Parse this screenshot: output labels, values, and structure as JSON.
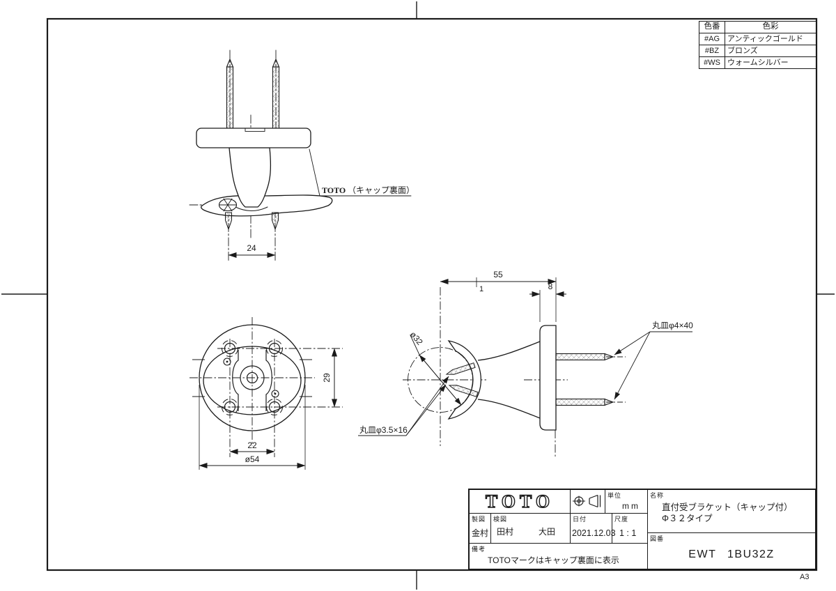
{
  "sheet": {
    "size_label": "A3"
  },
  "color_table": {
    "col_headers": [
      "色番",
      "色彩"
    ],
    "rows": [
      {
        "code": "#AG",
        "name": "アンティックゴールド"
      },
      {
        "code": "#BZ",
        "name": "ブロンズ"
      },
      {
        "code": "#WS",
        "name": "ウォームシルバー"
      }
    ]
  },
  "views": {
    "elevation": {
      "cap_note_logo": "TOTO",
      "cap_note_rest": "（キャップ裏面）",
      "dim_screw_pitch": "24"
    },
    "front": {
      "dim_hole_pitch_h": "22",
      "dim_hole_pitch_v": "29",
      "dim_outer_dia": "ø54"
    },
    "side": {
      "dim_depth": "55",
      "dim_plate_thickness": "8",
      "dim_offset": "1",
      "dim_pipe_dia": "ø32",
      "wall_screw_note": "丸皿φ4×40",
      "set_screw_note": "丸皿φ3.5×16"
    }
  },
  "title_block": {
    "logo": "TOTO",
    "unit": {
      "label": "単位",
      "value": "mm"
    },
    "scale": {
      "label": "尺度",
      "value": "1 : 1"
    },
    "date": {
      "label": "日付",
      "value": "2021.12.03"
    },
    "drafter": {
      "label": "製図",
      "value": "金村"
    },
    "checker": {
      "label": "検図",
      "value1": "田村",
      "value2": "大田"
    },
    "name": {
      "label": "名称",
      "line1": "直付受ブラケット（キャップ付）",
      "line2": "Φ３２タイプ"
    },
    "number": {
      "label": "図番",
      "value": "EWT 1BU32Z"
    },
    "remarks": {
      "label": "備考",
      "value": "TOTOマークはキャップ裏面に表示"
    }
  }
}
